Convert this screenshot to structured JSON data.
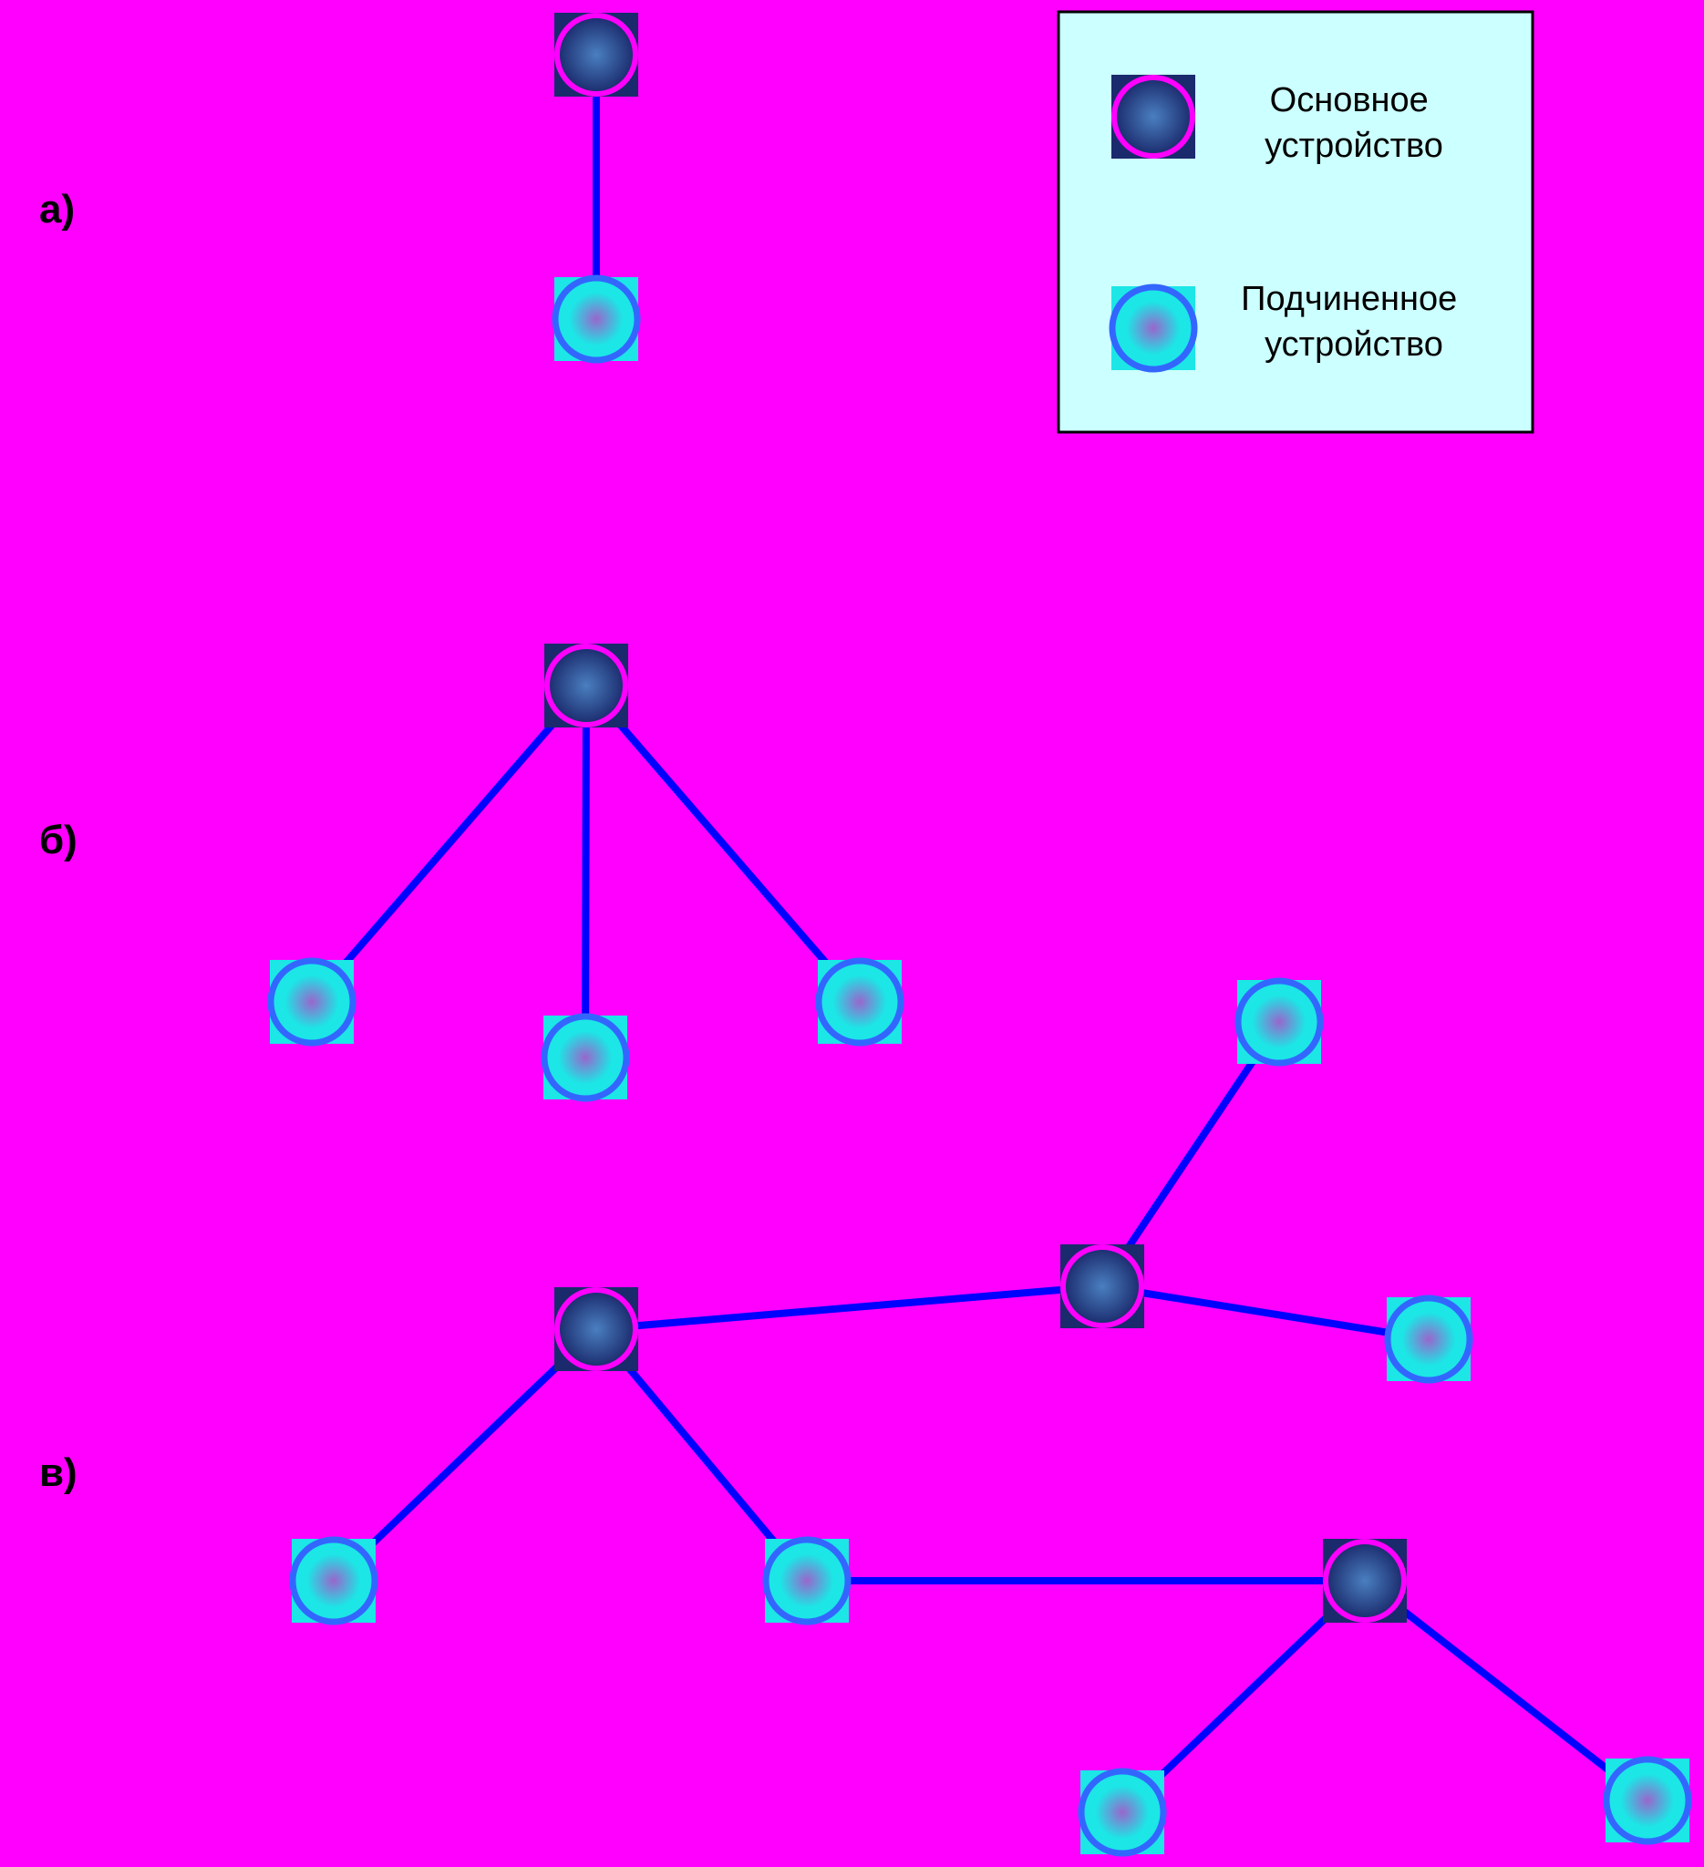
{
  "colors": {
    "background": "#ff00ff",
    "link": "#0000ff",
    "legend_fill": "#ccffff",
    "legend_border": "#000000",
    "main_node_fill": "#1a2a6c",
    "main_node_highlight": "#4a7fc0",
    "main_node_ring": "#ff00ff",
    "slave_node_fill": "#1ce6e6",
    "slave_node_center": "#9966cc",
    "slave_node_ring": "#3366ff"
  },
  "legend": {
    "items": [
      {
        "role": "main",
        "icon": "main-device-icon",
        "line1": "Основное",
        "line2": "устройство"
      },
      {
        "role": "slave",
        "icon": "slave-device-icon",
        "line1": "Подчиненное",
        "line2": "устройство"
      }
    ]
  },
  "diagrams": [
    {
      "label": "а)",
      "nodes": [
        {
          "id": "m1",
          "type": "main"
        },
        {
          "id": "s1",
          "type": "slave"
        }
      ],
      "edges": [
        [
          "m1",
          "s1"
        ]
      ]
    },
    {
      "label": "б)",
      "nodes": [
        {
          "id": "m1",
          "type": "main"
        },
        {
          "id": "s1",
          "type": "slave"
        },
        {
          "id": "s2",
          "type": "slave"
        },
        {
          "id": "s3",
          "type": "slave"
        }
      ],
      "edges": [
        [
          "m1",
          "s1"
        ],
        [
          "m1",
          "s2"
        ],
        [
          "m1",
          "s3"
        ]
      ]
    },
    {
      "label": "в)",
      "nodes": [
        {
          "id": "m1",
          "type": "main"
        },
        {
          "id": "m2",
          "type": "main"
        },
        {
          "id": "m3",
          "type": "main"
        },
        {
          "id": "s1",
          "type": "slave"
        },
        {
          "id": "s2",
          "type": "slave"
        },
        {
          "id": "s3",
          "type": "slave"
        },
        {
          "id": "s4",
          "type": "slave"
        },
        {
          "id": "s5",
          "type": "slave"
        },
        {
          "id": "s6",
          "type": "slave"
        }
      ],
      "edges": [
        [
          "m2",
          "s1"
        ],
        [
          "m1",
          "m2"
        ],
        [
          "m2",
          "s2"
        ],
        [
          "m1",
          "s3"
        ],
        [
          "m1",
          "s4"
        ],
        [
          "s4",
          "m3"
        ],
        [
          "m3",
          "s5"
        ],
        [
          "m3",
          "s6"
        ]
      ]
    }
  ]
}
